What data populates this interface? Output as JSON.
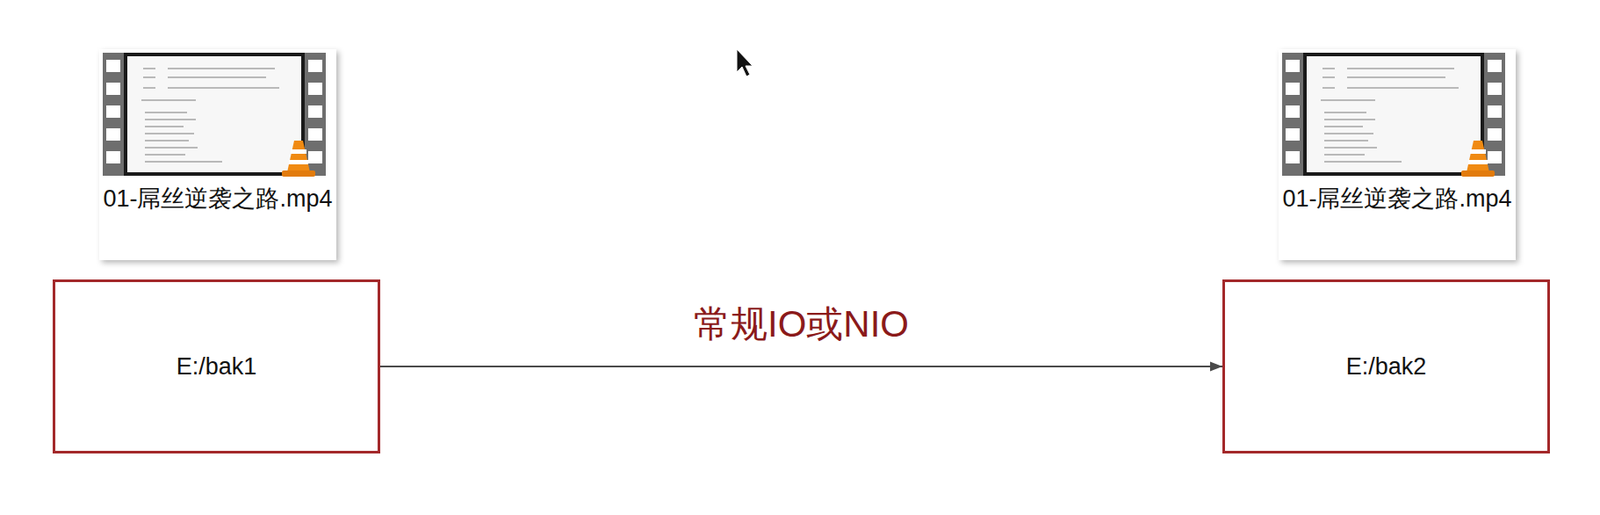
{
  "diagram": {
    "nodes": [
      {
        "text": [
          "E:/bak1"
        ]
      },
      {
        "text": [
          "E:/bak2"
        ]
      }
    ],
    "edges": [
      {
        "from": 0,
        "to": 1,
        "arrow": "to",
        "label": "常规IO或NIO"
      }
    ],
    "labels": [
      "01-屌丝逆袭之路.mp4",
      "01-屌丝逆袭之路.mp4"
    ]
  }
}
